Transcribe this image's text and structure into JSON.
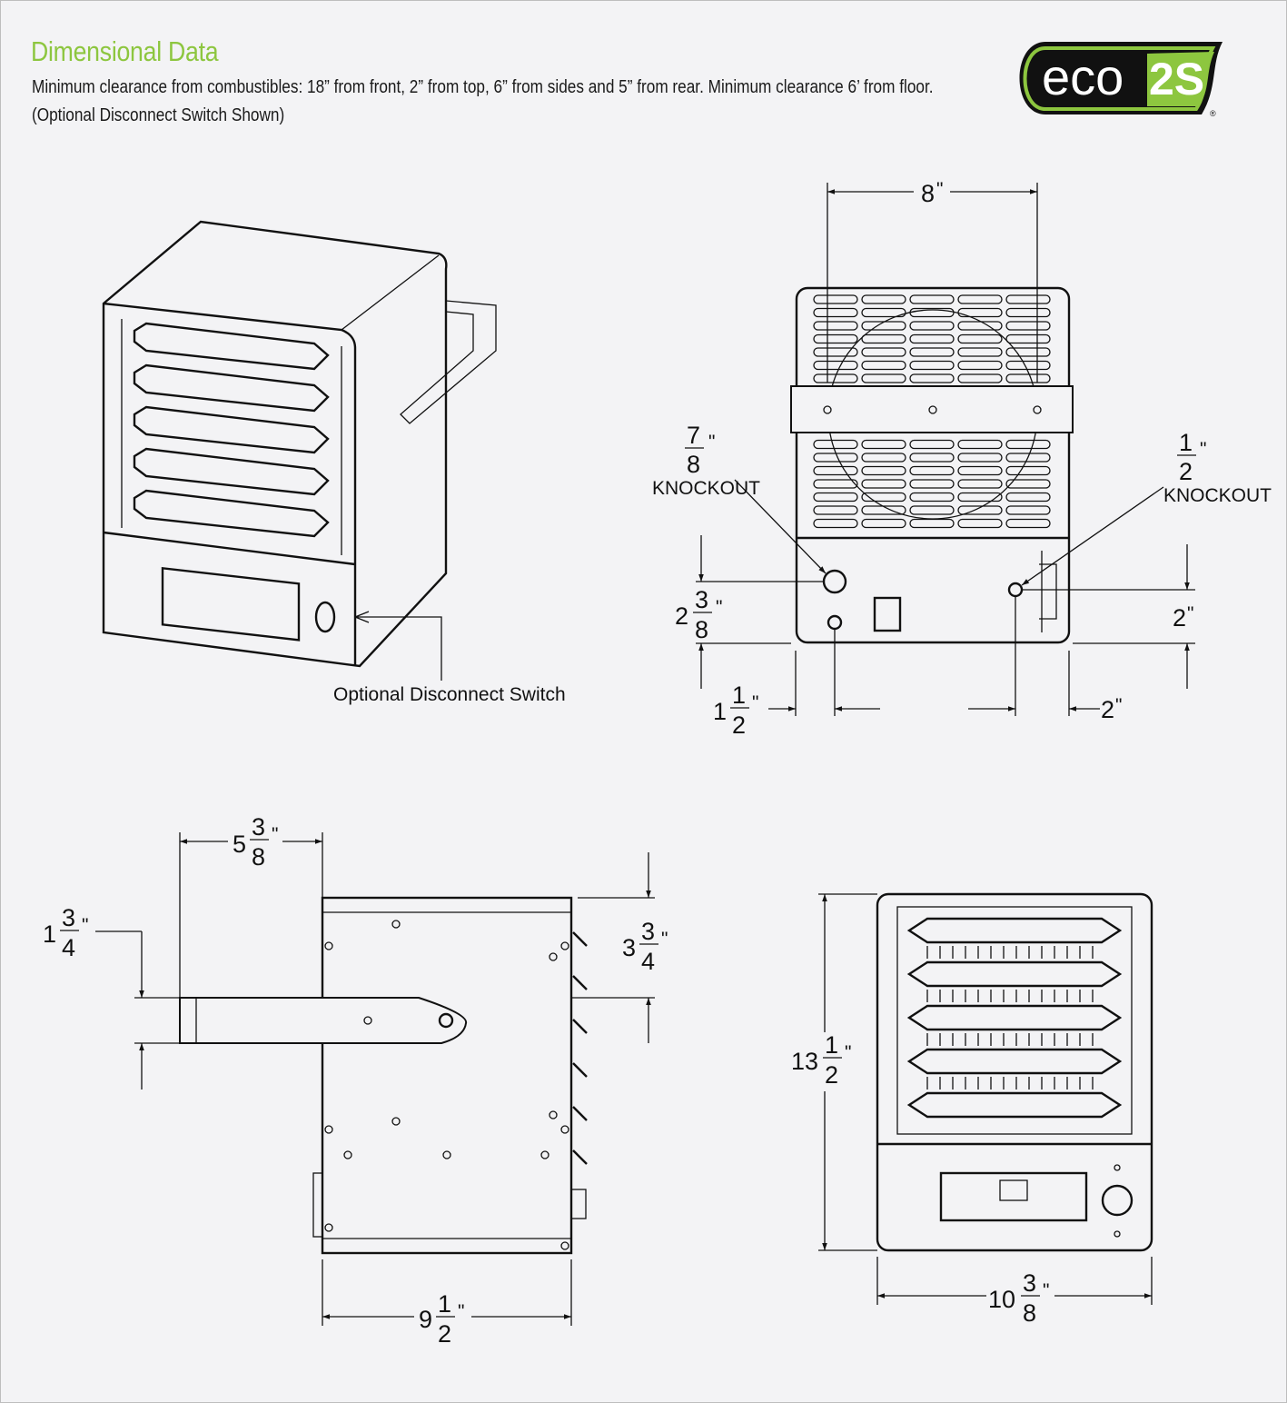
{
  "header": {
    "title": "Dimensional Data",
    "note_line1": "Minimum clearance from combustibles: 18” from front, 2” from top, 6” from sides and 5” from rear. Minimum clearance 6’ from floor.",
    "note_line2": "(Optional Disconnect Switch Shown)"
  },
  "logo": {
    "text_left": "eco",
    "text_right": "2S",
    "registered": "®",
    "accent": "#8dc63f",
    "dark": "#111111"
  },
  "callouts": {
    "disconnect_switch": "Optional Disconnect Switch",
    "knockout_large": "KNOCKOUT",
    "knockout_small": "KNOCKOUT"
  },
  "dimensions": {
    "rear_width": {
      "whole": "8",
      "unit": "\""
    },
    "knockout_large": {
      "num": "7",
      "den": "8",
      "unit": "\""
    },
    "knockout_small": {
      "num": "1",
      "den": "2",
      "unit": "\""
    },
    "left_knockout_height": {
      "whole": "2",
      "num": "3",
      "den": "8",
      "unit": "\""
    },
    "right_knockout_height": {
      "whole": "2",
      "unit": "\""
    },
    "left_knockout_offset": {
      "whole": "1",
      "num": "1",
      "den": "2",
      "unit": "\""
    },
    "right_knockout_offset": {
      "whole": "2",
      "unit": "\""
    },
    "bracket_projection": {
      "whole": "5",
      "num": "3",
      "den": "8",
      "unit": "\""
    },
    "bracket_height": {
      "whole": "1",
      "num": "3",
      "den": "4",
      "unit": "\""
    },
    "bracket_from_top": {
      "whole": "3",
      "num": "3",
      "den": "4",
      "unit": "\""
    },
    "depth": {
      "whole": "9",
      "num": "1",
      "den": "2",
      "unit": "\""
    },
    "height": {
      "whole": "13",
      "num": "1",
      "den": "2",
      "unit": "\""
    },
    "width": {
      "whole": "10",
      "num": "3",
      "den": "8",
      "unit": "\""
    }
  }
}
